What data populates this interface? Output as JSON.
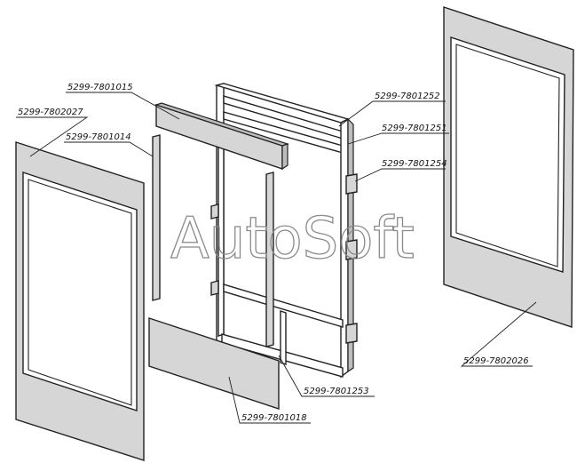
{
  "watermark": "AutoSoft",
  "labels": {
    "p7801015": "5299-7801015",
    "p7802027": "5299-7802027",
    "p7801014": "5299-7801014",
    "p7801252": "5299-7801252",
    "p7801251": "5299-7801251",
    "p7801254": "5299-7801254",
    "p7802026": "5299-7802026",
    "p7801253": "5299-7801253",
    "p7801018": "5299-7801018"
  },
  "colors": {
    "line": "#222222",
    "panel_fill": "#d6d6d6",
    "watermark": "#8a8a8a"
  }
}
